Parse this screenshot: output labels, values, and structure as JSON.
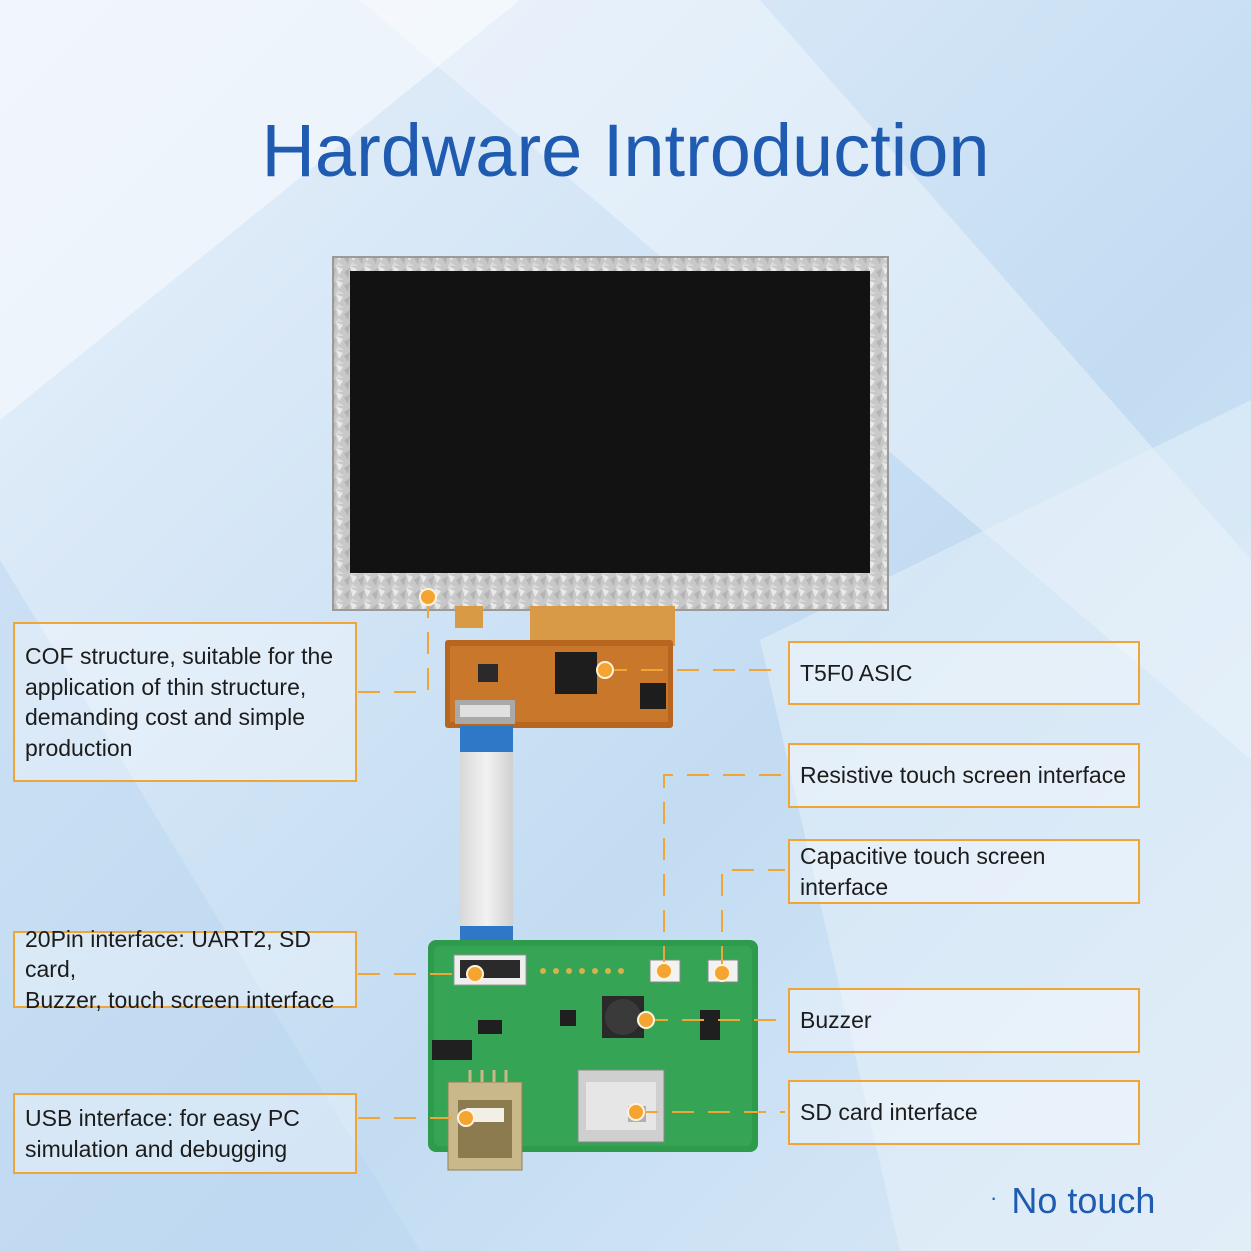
{
  "title": "Hardware Introduction",
  "labels": {
    "cof": "COF structure, suitable for the\napplication of thin structure,\ndemanding cost and simple\nproduction",
    "asic": "T5F0 ASIC",
    "resistive": "Resistive touch screen interface",
    "capacitive": "Capacitive touch screen interface",
    "pin20": "20Pin interface: UART2, SD card,\nBuzzer, touch screen interface",
    "buzzer": "Buzzer",
    "usb": "USB interface: for easy PC\nsimulation and debugging",
    "sd": "SD card interface"
  },
  "note": {
    "bullet": "·",
    "text": "No touch"
  },
  "colors": {
    "title": "#1f5bb0",
    "accent": "#f0a636",
    "pcb": "#2e9a4c",
    "fpc": "#c9772a"
  }
}
